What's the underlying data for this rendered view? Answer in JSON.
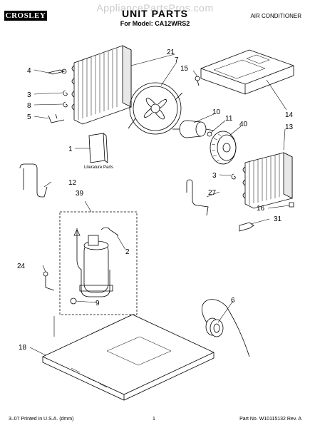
{
  "header": {
    "watermark": "AppliancePartsPros.com",
    "brand": "CROSLEY",
    "title": "UNIT PARTS",
    "model": "For Model: CA12WRS2",
    "category": "AIR CONDITIONER"
  },
  "literature_label": "Literature Parts",
  "callouts": {
    "c1": "1",
    "c2": "2",
    "c3a": "3",
    "c3b": "3",
    "c4": "4",
    "c5": "5",
    "c6": "6",
    "c7": "7",
    "c8": "8",
    "c9": "9",
    "c10": "10",
    "c11": "11",
    "c12": "12",
    "c13": "13",
    "c14": "14",
    "c15": "15",
    "c16": "16",
    "c18": "18",
    "c21": "21",
    "c24": "24",
    "c27": "27",
    "c31": "31",
    "c39": "39",
    "c40": "40"
  },
  "footer": {
    "printed": "3–07 Printed in U.S.A. (dmm)",
    "page": "1",
    "part": "Part No. W10115132 Rev. A"
  }
}
